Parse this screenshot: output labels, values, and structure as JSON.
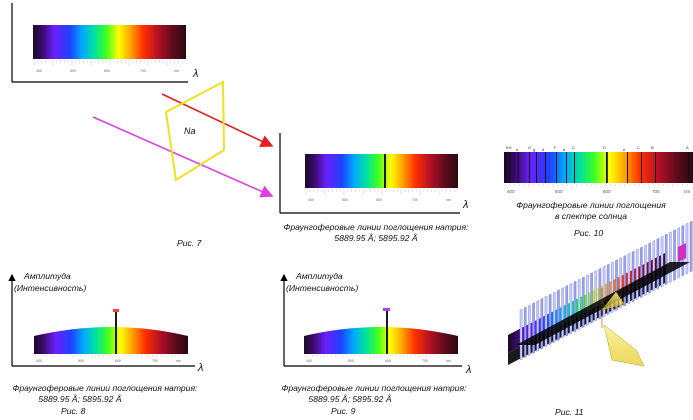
{
  "figures": {
    "fig7": {
      "caption": "Рис. 7",
      "axis_label": "λ",
      "element_label": "Na",
      "result_caption_line1": "Фраунгоферовые линии поглощения натрия:",
      "result_caption_line2": "5889.95 Å; 5895.92 Å",
      "input_scale_labels": [
        "400",
        "500",
        "600",
        "700",
        "nm"
      ],
      "result_scale_labels": [
        "400",
        "500",
        "600",
        "700",
        "nm"
      ]
    },
    "fig8": {
      "caption": "Рис. 8",
      "y_label_line1": "Амплитуда",
      "y_label_line2": "(Интенсивность)",
      "axis_label": "λ",
      "caption_line1": "Фраунгоферовые линии поглощения натрия:",
      "caption_line2": "5889.95 Å; 5895.92 Å",
      "scale_labels": [
        "400",
        "500",
        "600",
        "700",
        "nm"
      ]
    },
    "fig9": {
      "caption": "Рис. 9",
      "y_label_line1": "Амплитуда",
      "y_label_line2": "(Интенсивность)",
      "axis_label": "λ",
      "caption_line1": "Фраунгоферовые линии поглощения натрия:",
      "caption_line2": "5889.95 Å; 5895.92 Å",
      "scale_labels": [
        "400",
        "500",
        "600",
        "700",
        "nm"
      ]
    },
    "fig10": {
      "caption": "Рис. 10",
      "caption_line1": "Фраунгоферовые линии поглощения",
      "caption_line2": "в спектре солнца",
      "line_letters": [
        "KH",
        "h",
        "G",
        "g",
        "d",
        "F",
        "b",
        "C",
        "D",
        "e",
        "C",
        "B",
        "A"
      ],
      "scale_labels": [
        "400",
        "500",
        "600",
        "700",
        "nm"
      ]
    },
    "fig11": {
      "caption": "Рис. 11"
    }
  },
  "colors": {
    "red_ray": "#e02020",
    "magenta_ray": "#e040e0",
    "filter_frame": "#f0e020",
    "absorption_line": "#1a1a1a"
  }
}
